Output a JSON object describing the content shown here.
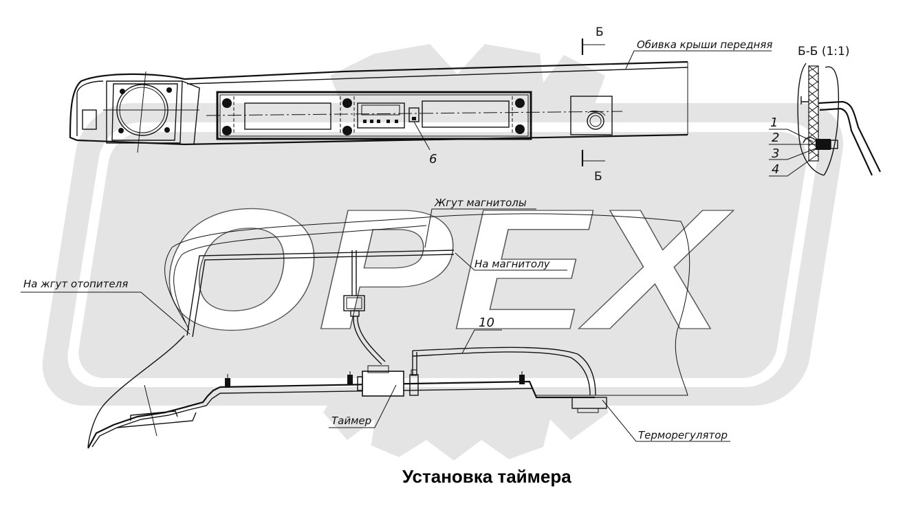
{
  "diagram": {
    "title": "Установка таймера",
    "watermark": "OPEX",
    "section_view": "Б-Б (1:1)",
    "section_marks": [
      "Б",
      "Б"
    ],
    "labels": {
      "roof_trim": "Обивка крыши передняя",
      "radio_harness": "Жгут магнитолы",
      "to_radio": "На магнитолу",
      "heater_harness": "На жгут отопителя",
      "timer": "Таймер",
      "thermoregulator": "Терморегулятор"
    },
    "item_numbers": [
      "1",
      "2",
      "3",
      "4",
      "6",
      "10"
    ],
    "colors": {
      "line": "#111111",
      "watermark": "#e3e3e3",
      "background": "#ffffff"
    }
  }
}
